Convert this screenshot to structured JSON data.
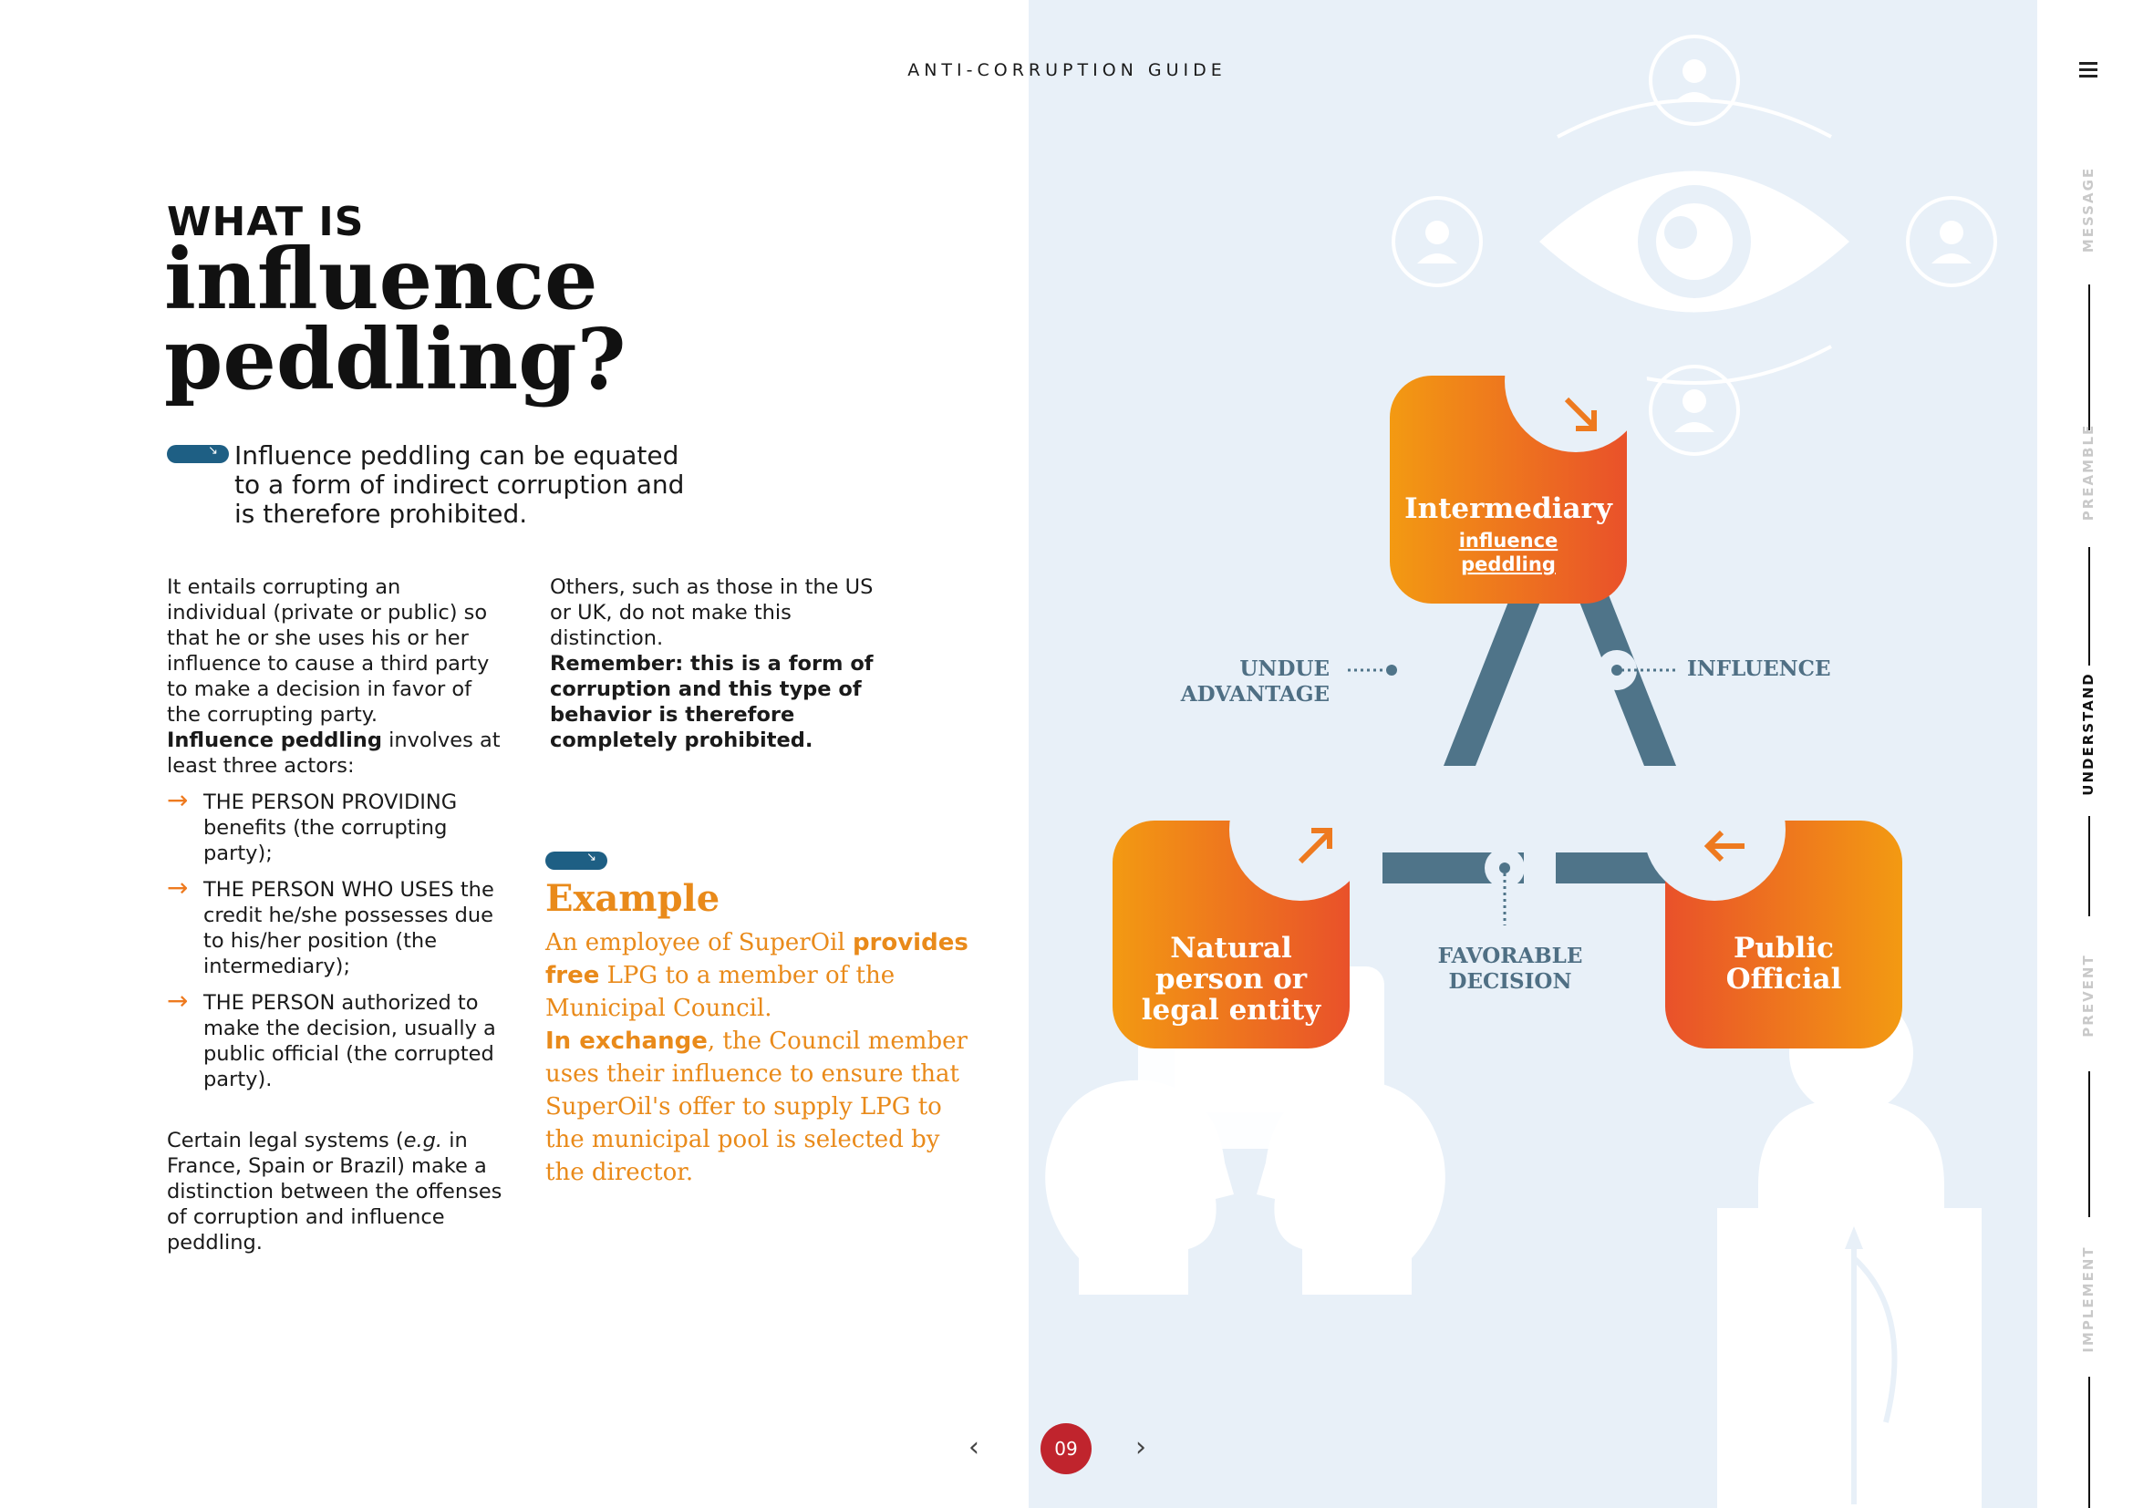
{
  "header": {
    "title": "ANTI-CORRUPTION GUIDE"
  },
  "heading": {
    "small": "WHAT IS",
    "big_line1": "influence",
    "big_line2": "peddling?"
  },
  "lead": {
    "text": "Influence peddling can be equated to a form of indirect corruption and is therefore prohibited."
  },
  "col1": {
    "p1": "It entails corrupting an individual (private or public) so that he or she uses his or her influence to cause a third party to make a decision in favor of the corrupting party.",
    "p2_bold": "Influence peddling",
    "p2_rest": " involves at least three actors:",
    "bullets": [
      {
        "lead": "THE PERSON PROVIDING",
        "rest": "benefits (the corrupting party);"
      },
      {
        "lead": "THE PERSON WHO USES",
        "rest": "the credit he/she possesses due to his/her position (the intermediary);"
      },
      {
        "lead": "THE PERSON authorized",
        "rest": "to make the decision, usually a public official (the corrupted party)."
      }
    ],
    "p3_a": "Certain legal systems (",
    "p3_eg": "e.g.",
    "p3_b": " in France, Spain or Brazil) make a distinction between the offenses of corruption and influence peddling."
  },
  "col2": {
    "p1": "Others, such as those in the US or UK, do not make this distinction.",
    "p2_bold": "Remember: this is a form of corruption and this type of behavior is therefore completely prohibited."
  },
  "example": {
    "title": "Example",
    "s1": "An employee of SuperOil ",
    "s2_bold": "provides free",
    "s3": " LPG to a member of the Municipal Council.",
    "s4_bold": "In exchange",
    "s5": ", the Council member uses their influence to ensure that SuperOil's offer to supply LPG to the municipal pool is selected by the director."
  },
  "diagram": {
    "intermediary": {
      "title": "Intermediary",
      "sub1": "influence",
      "sub2": "peddling"
    },
    "natural": {
      "line1": "Natural",
      "line2": "person or",
      "line3": "legal entity"
    },
    "official": {
      "line1": "Public",
      "line2": "Official"
    },
    "undue": {
      "line1": "UNDUE",
      "line2": "ADVANTAGE"
    },
    "influence_label": "INFLUENCE",
    "favorable": {
      "line1": "FAVORABLE",
      "line2": "DECISION"
    },
    "colors": {
      "orange_light": "#f39a12",
      "orange_dark": "#e9512a",
      "bar": "#4f7489",
      "label": "#4f6f84",
      "bg": "#e8f0f8"
    }
  },
  "pager": {
    "prev": "‹",
    "page": "09",
    "next": "›"
  },
  "side_nav": {
    "items": [
      {
        "label": "MESSAGE",
        "active": false
      },
      {
        "label": "PREAMBLE",
        "active": false
      },
      {
        "label": "UNDERSTAND",
        "active": true
      },
      {
        "label": "PREVENT",
        "active": false
      },
      {
        "label": "IMPLEMENT",
        "active": false
      }
    ]
  }
}
